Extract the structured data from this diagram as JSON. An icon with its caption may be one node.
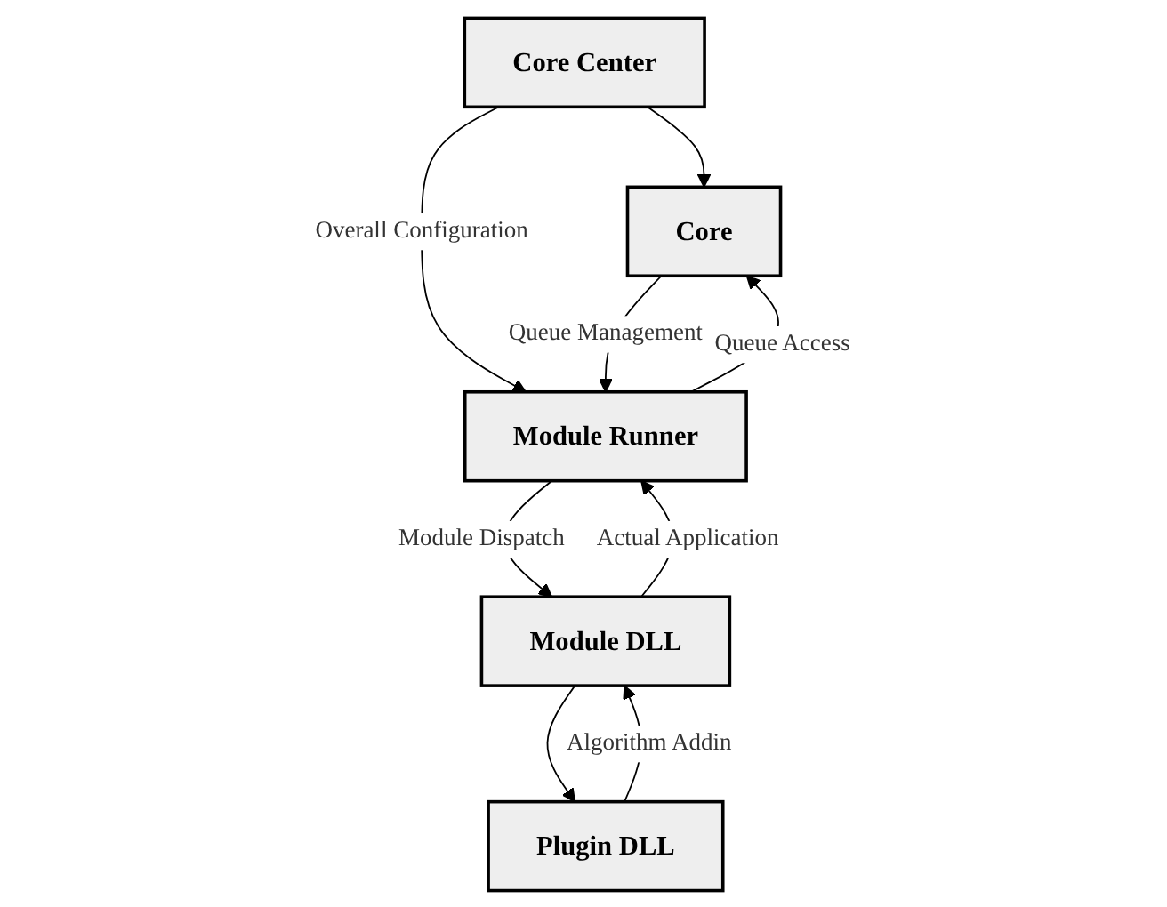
{
  "diagram": {
    "nodes": [
      {
        "text": [
          "Core Center"
        ]
      },
      {
        "text": [
          "Core"
        ]
      },
      {
        "text": [
          "Module Runner"
        ]
      },
      {
        "text": [
          "Module DLL"
        ]
      },
      {
        "text": [
          "Plugin DLL"
        ]
      }
    ],
    "edges": [
      {
        "from": 0,
        "to": 1,
        "arrow": "to"
      },
      {
        "from": 0,
        "to": 2,
        "label": "Overall Configuration",
        "arrow": "to"
      },
      {
        "from": 1,
        "to": 2,
        "label": "Queue Management",
        "arrow": "to"
      },
      {
        "from": 2,
        "to": 1,
        "label": "Queue Access",
        "arrow": "to"
      },
      {
        "from": 2,
        "to": 3,
        "label": "Module Dispatch",
        "arrow": "to"
      },
      {
        "from": 3,
        "to": 2,
        "label": "Actual Application",
        "arrow": "to"
      },
      {
        "from": 3,
        "to": 4,
        "arrow": "to"
      },
      {
        "from": 4,
        "to": 3,
        "label": "Algorithm Addin",
        "arrow": "to"
      }
    ]
  }
}
